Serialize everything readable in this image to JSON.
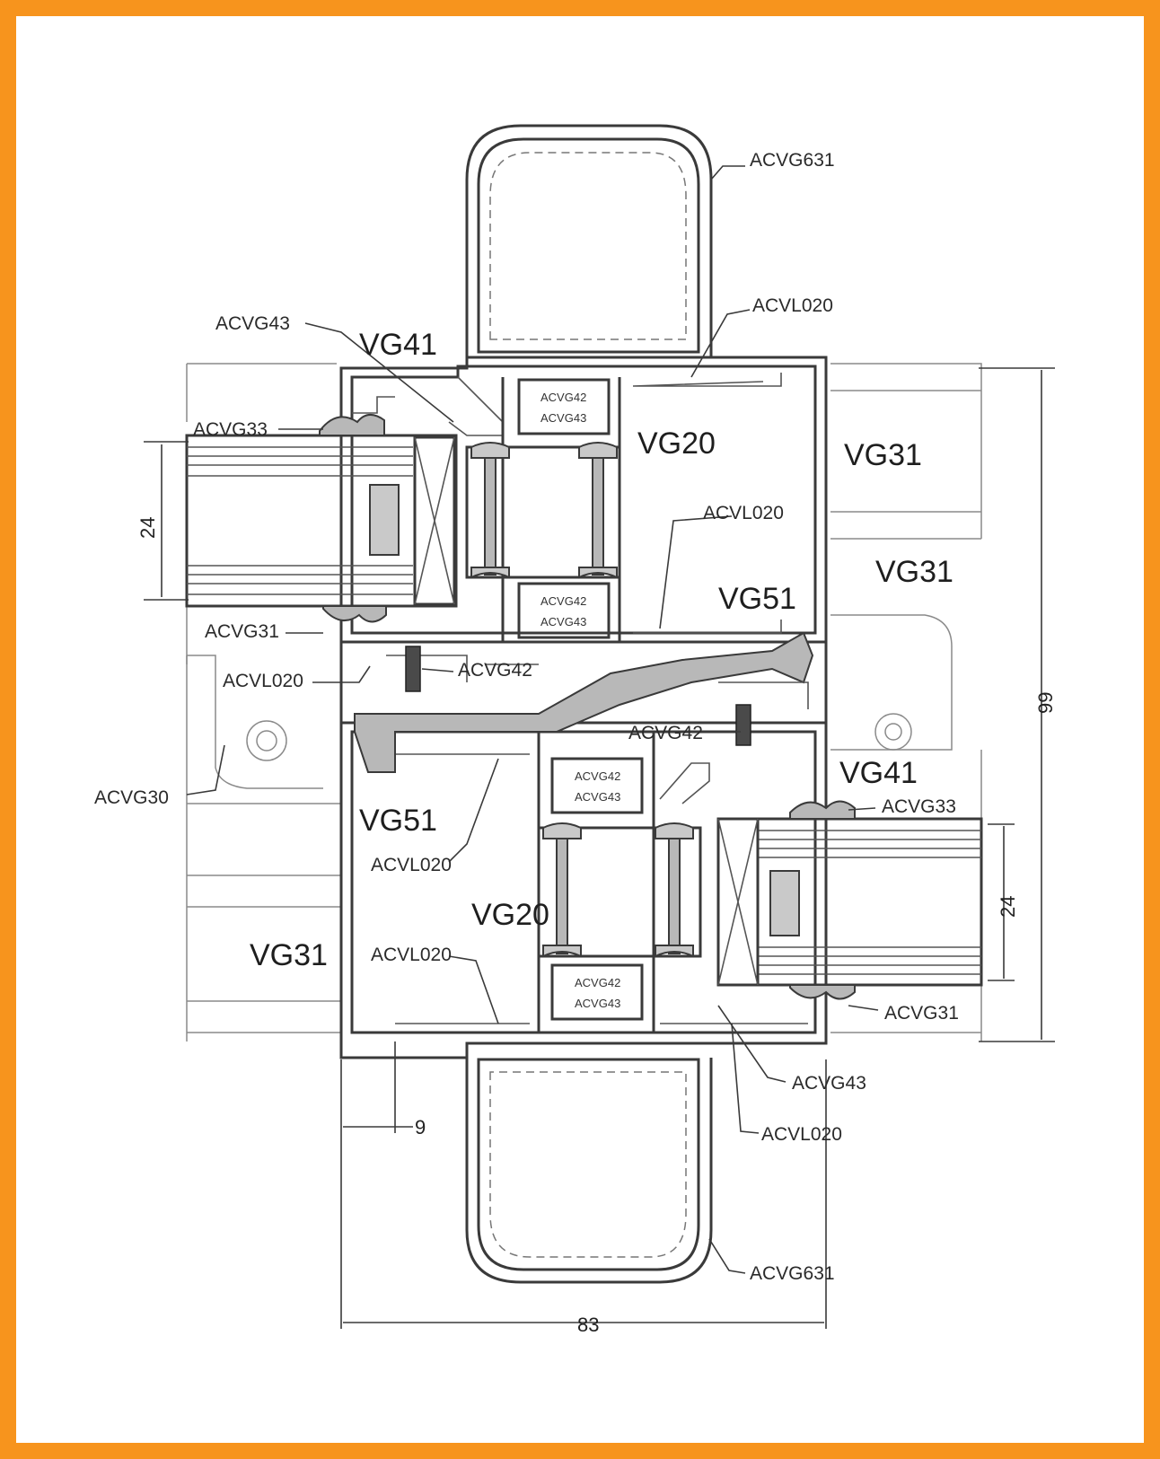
{
  "border_color": "#f7941d",
  "profiles": {
    "vg41_top": "VG41",
    "vg20_top": "VG20",
    "vg31_top_right_a": "VG31",
    "vg31_top_right_b": "VG31",
    "vg51_top": "VG51",
    "vg41_bottom": "VG41",
    "vg51_bottom": "VG51",
    "vg20_bottom": "VG20",
    "vg31_bottom_left": "VG31"
  },
  "parts": {
    "acvg631_top": "ACVG631",
    "acvl020_top_right": "ACVL020",
    "acvg43_top": "ACVG43",
    "acvg33_top": "ACVG33",
    "acvl020_mid_top": "ACVL020",
    "acvg31_left": "ACVG31",
    "acvl020_left": "ACVL020",
    "acvg42_mid": "ACVG42",
    "acvg42_right": "ACVG42",
    "acvg30": "ACVG30",
    "acvg33_right": "ACVG33",
    "acvl020_mid_bottom": "ACVL020",
    "acvl020_bottom_left": "ACVL020",
    "acvg31_right": "ACVG31",
    "acvg43_bottom": "ACVG43",
    "acvl020_bottom": "ACVL020",
    "acvg631_bottom": "ACVG631"
  },
  "inner_labels": {
    "box_a_1": "ACVG42",
    "box_a_2": "ACVG43",
    "box_b_1": "ACVG42",
    "box_b_2": "ACVG43",
    "box_c_1": "ACVG42",
    "box_c_2": "ACVG43",
    "box_d_1": "ACVG42",
    "box_d_2": "ACVG43"
  },
  "dimensions": {
    "glass_left": "24",
    "glass_right": "24",
    "height": "99",
    "width": "83",
    "offset": "9"
  }
}
